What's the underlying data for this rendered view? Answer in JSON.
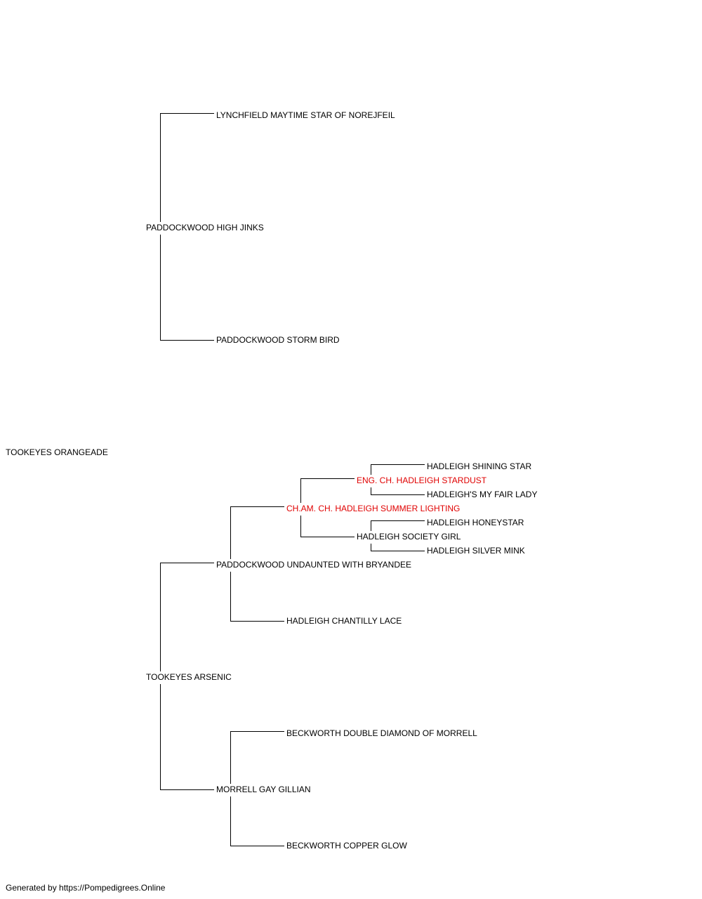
{
  "pedigree": {
    "subject": "TOOKEYES ORANGEADE",
    "sire": "PADDOCKWOOD HIGH JINKS",
    "sire_sire": "LYNCHFIELD MAYTIME STAR OF NOREJFEIL",
    "sire_dam": "PADDOCKWOOD STORM BIRD",
    "dam": "TOOKEYES ARSENIC",
    "dam_sire": "PADDOCKWOOD UNDAUNTED WITH BRYANDEE",
    "dam_sire_sire": "CH.AM. CH. HADLEIGH SUMMER LIGHTING",
    "dam_sire_sire_sire": "ENG. CH. HADLEIGH STARDUST",
    "dam_sire_sire_sire_sire": "HADLEIGH SHINING STAR",
    "dam_sire_sire_sire_dam": "HADLEIGH'S MY FAIR LADY",
    "dam_sire_sire_dam": "HADLEIGH SOCIETY GIRL",
    "dam_sire_sire_dam_sire": "HADLEIGH HONEYSTAR",
    "dam_sire_sire_dam_dam": "HADLEIGH SILVER MINK",
    "dam_sire_dam": "HADLEIGH CHANTILLY LACE",
    "dam_dam": "MORRELL GAY GILLIAN",
    "dam_dam_sire": "BECKWORTH DOUBLE DIAMOND OF MORRELL",
    "dam_dam_dam": "BECKWORTH COPPER GLOW"
  },
  "colors": {
    "champion": "#e00000",
    "normal": "#000000",
    "line": "#000000"
  },
  "footer": "Generated by https://Pompedigrees.Online"
}
